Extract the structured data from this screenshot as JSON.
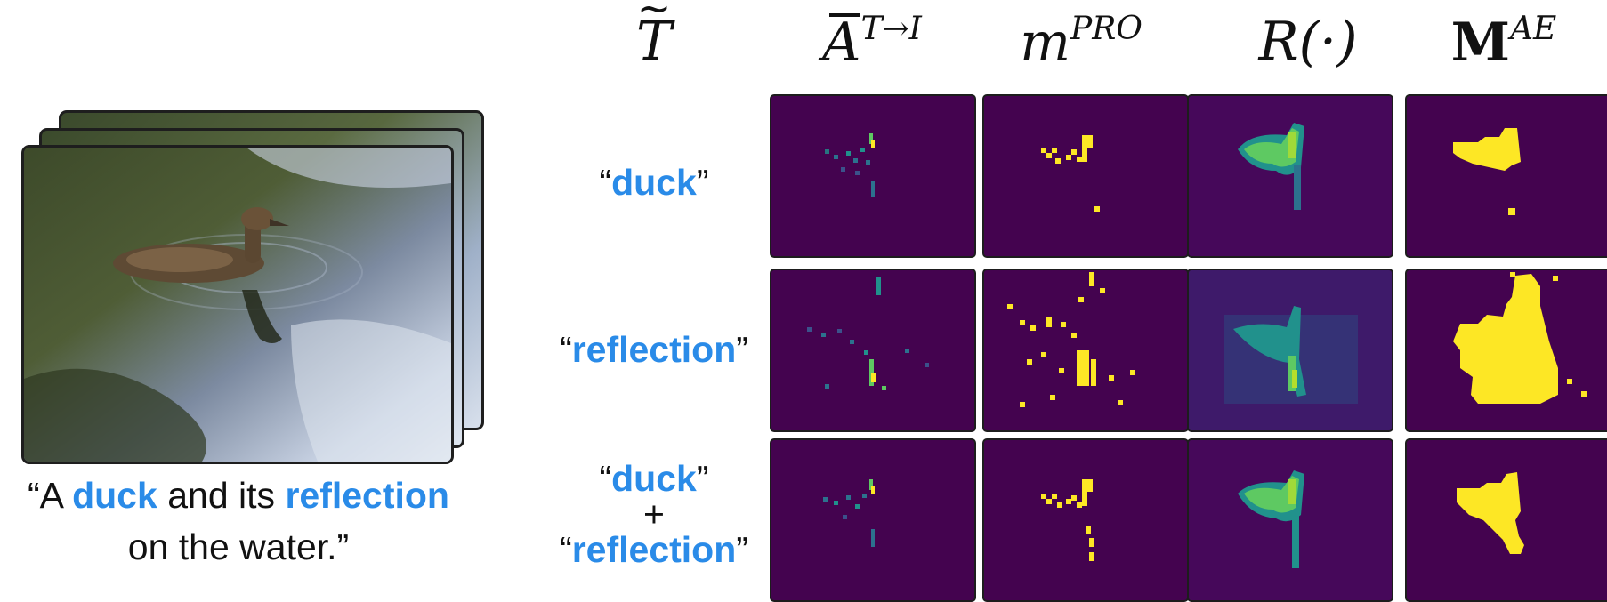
{
  "caption": {
    "line1_open": "“A ",
    "word_duck": "duck",
    "line1_mid": " and its ",
    "word_reflection": "reflection",
    "line2": "on the water.”"
  },
  "columns": {
    "c0": {
      "base": "T"
    },
    "c1": {
      "base": "A",
      "superscript": "T→I"
    },
    "c2": {
      "base": "m",
      "superscript": "PRO"
    },
    "c3": {
      "text": "R(·)"
    },
    "c4": {
      "base": "M",
      "superscript": "AE"
    }
  },
  "rows": [
    {
      "q_open": "“",
      "word": "duck",
      "q_close": "”"
    },
    {
      "q_open": "“",
      "word": "reflection",
      "q_close": "”"
    },
    {
      "q_open": "“",
      "word": "duck",
      "q_close": "”",
      "plus": "+",
      "q2_open": "“",
      "word2": "reflection",
      "q2_close": "”"
    }
  ],
  "colors": {
    "highlight": "#2a8be8",
    "map_background": "#44034f",
    "map_teal": "#21918c",
    "map_green": "#5ec962",
    "map_yellow": "#fde725"
  }
}
